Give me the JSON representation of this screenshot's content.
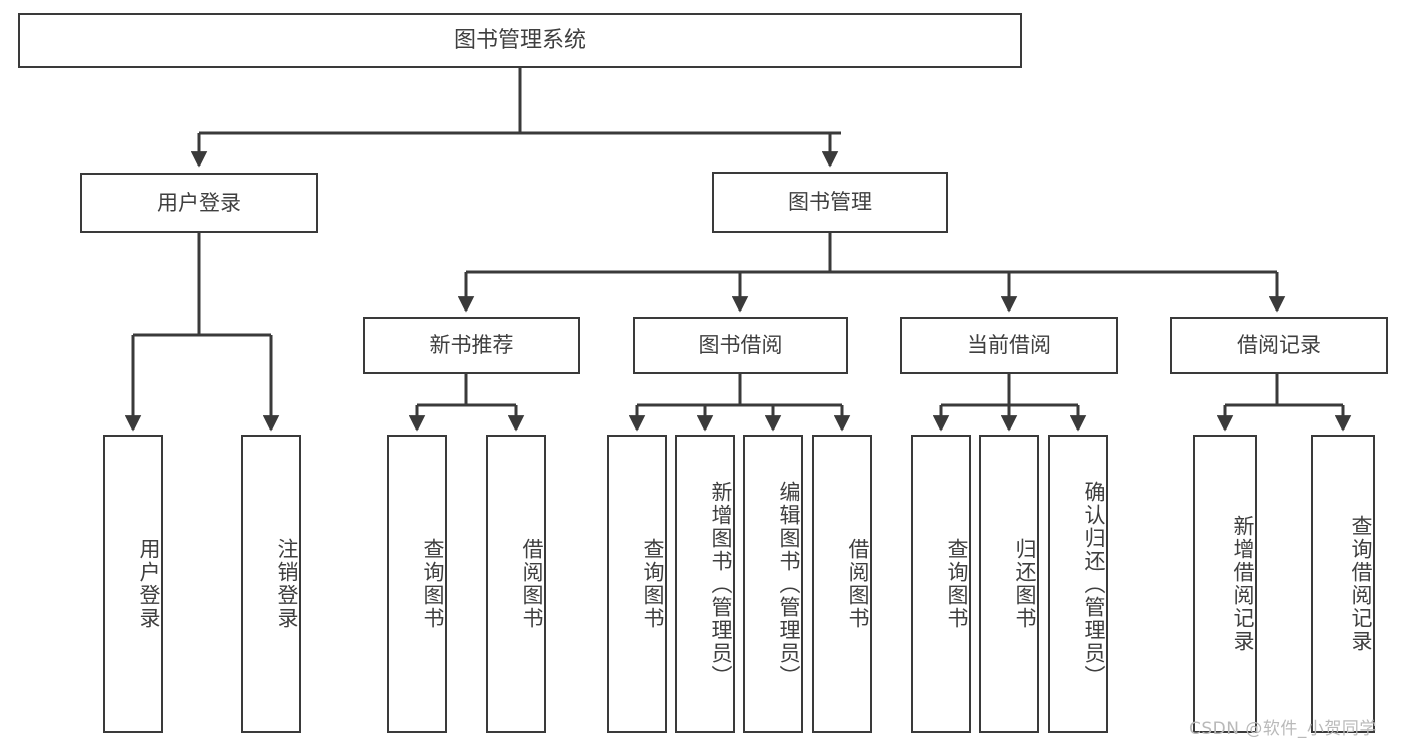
{
  "diagram": {
    "type": "tree-hierarchy",
    "title": "图书管理系统",
    "root": {
      "id": "root",
      "label": "图书管理系统"
    },
    "level1": [
      {
        "id": "user-login",
        "label": "用户登录"
      },
      {
        "id": "book-manage",
        "label": "图书管理"
      }
    ],
    "level2": [
      {
        "id": "new-book-recommend",
        "label": "新书推荐",
        "parent": "book-manage"
      },
      {
        "id": "book-borrow",
        "label": "图书借阅",
        "parent": "book-manage"
      },
      {
        "id": "current-borrow",
        "label": "当前借阅",
        "parent": "book-manage"
      },
      {
        "id": "borrow-record",
        "label": "借阅记录",
        "parent": "book-manage"
      }
    ],
    "leaves": {
      "user-login": [
        {
          "id": "leaf-user-login",
          "label": "用户登录"
        },
        {
          "id": "leaf-logout",
          "label": "注销登录"
        }
      ],
      "new-book-recommend": [
        {
          "id": "leaf-query-book-1",
          "label": "查询图书"
        },
        {
          "id": "leaf-borrow-book-1",
          "label": "借阅图书"
        }
      ],
      "book-borrow": [
        {
          "id": "leaf-query-book-2",
          "label": "查询图书"
        },
        {
          "id": "leaf-add-book",
          "label": "新增图书（管理员）"
        },
        {
          "id": "leaf-edit-book",
          "label": "编辑图书（管理员）"
        },
        {
          "id": "leaf-borrow-book-2",
          "label": "借阅图书"
        }
      ],
      "current-borrow": [
        {
          "id": "leaf-query-book-3",
          "label": "查询图书"
        },
        {
          "id": "leaf-return-book",
          "label": "归还图书"
        },
        {
          "id": "leaf-confirm-return",
          "label": "确认归还（管理员）"
        }
      ],
      "borrow-record": [
        {
          "id": "leaf-add-record",
          "label": "新增借阅记录"
        },
        {
          "id": "leaf-query-record",
          "label": "查询借阅记录"
        }
      ]
    }
  },
  "watermark": {
    "text": "CSDN @软件_小贺同学"
  },
  "colors": {
    "stroke": "#3a3a3a",
    "text": "#3f3f3f",
    "background": "#ffffff",
    "watermark": "#b9b9b9"
  }
}
